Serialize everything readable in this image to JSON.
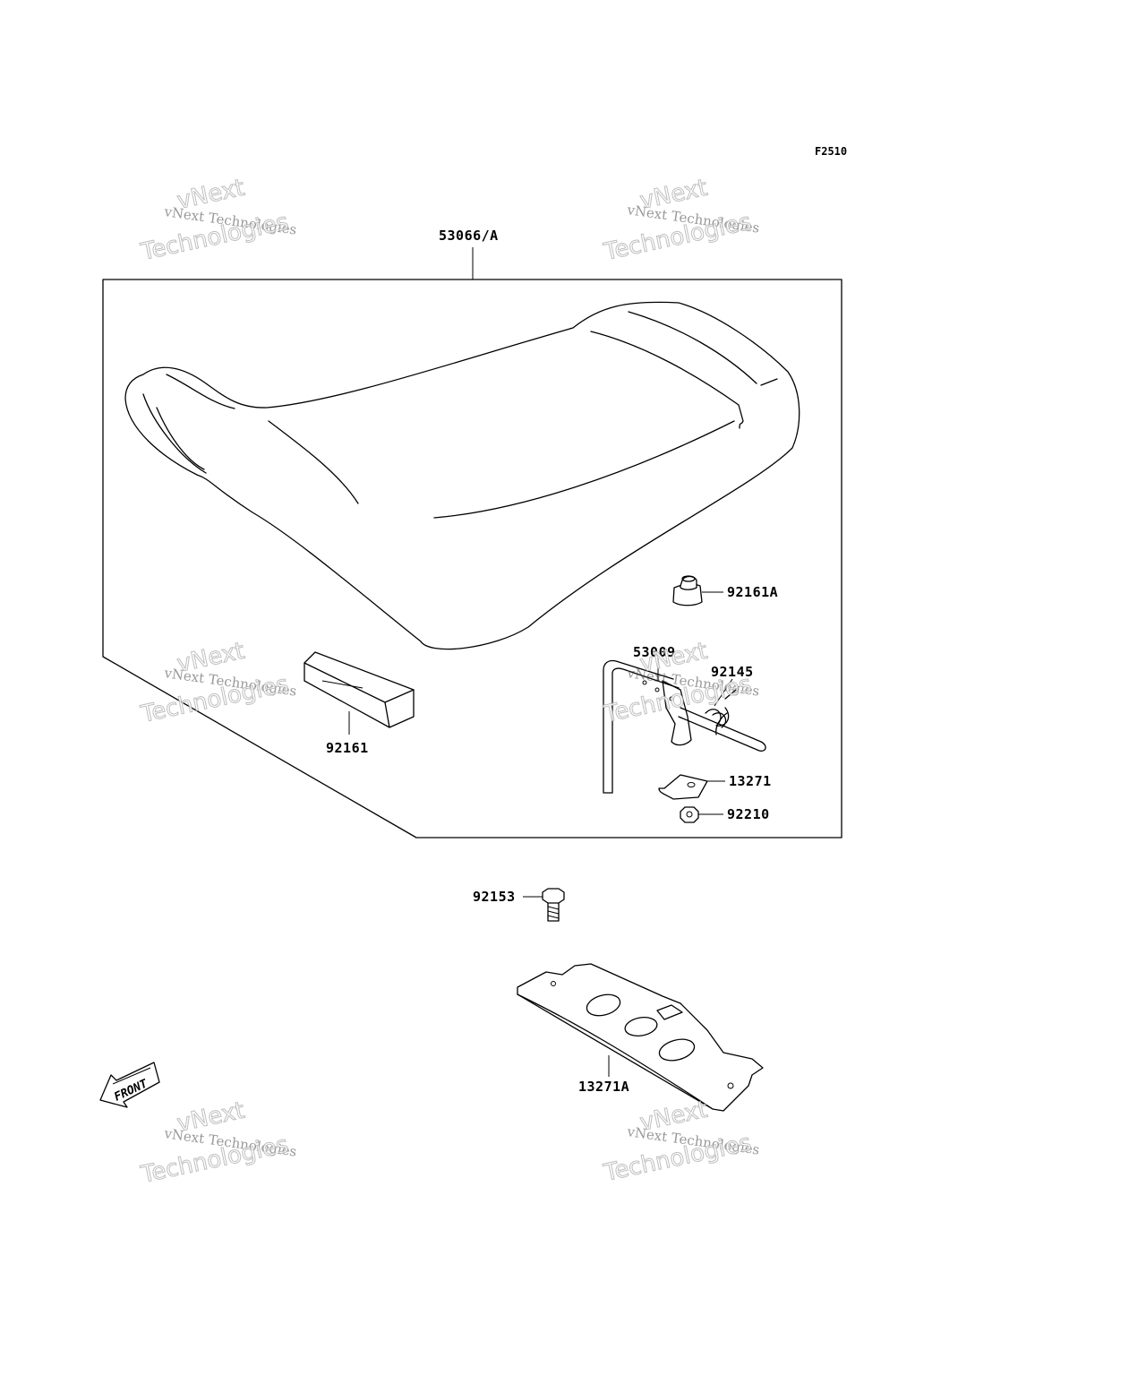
{
  "figure_code": "F2510",
  "parts": {
    "seat_assembly": "53066/A",
    "rubber_damper_a": "92161A",
    "hook": "53009",
    "spring": "92145",
    "damper_block": "92161",
    "bracket": "13271",
    "nut": "92210",
    "bolt": "92153",
    "plate": "13271A"
  },
  "front_indicator": "FRONT",
  "watermarks": {
    "line1": "vNext",
    "line2": "vNext Technologies",
    "line3": "Technologies"
  }
}
